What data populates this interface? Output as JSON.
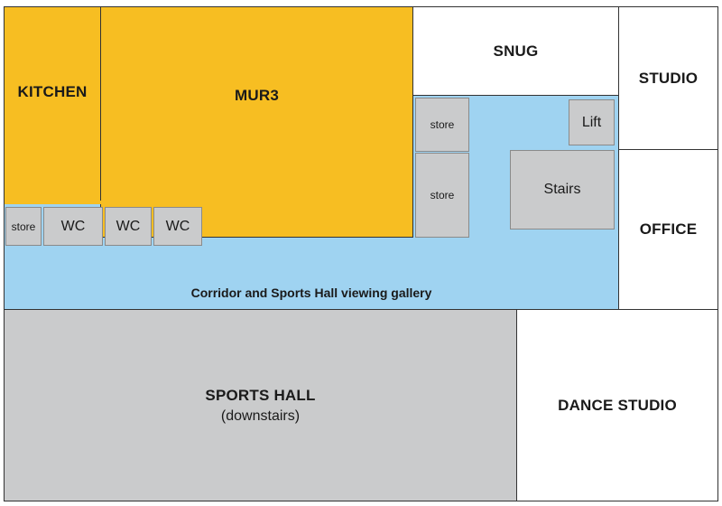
{
  "rooms": {
    "kitchen": "KITCHEN",
    "mur3": "MUR3",
    "snug": "SNUG",
    "studio": "STUDIO",
    "office": "OFFICE",
    "store_top": "store",
    "store_mid": "store",
    "store_left": "store",
    "lift": "Lift",
    "stairs": "Stairs",
    "wc_1": "WC",
    "wc_2": "WC",
    "wc_3": "WC",
    "corridor": "Corridor and Sports Hall viewing gallery",
    "sports_hall": "SPORTS HALL",
    "sports_hall_note": "(downstairs)",
    "dance_studio": "DANCE STUDIO"
  },
  "colors": {
    "yellow": "#f7be22",
    "blue": "#9fd3f1",
    "grey": "#cacbcc",
    "white": "#ffffff",
    "outline": "#333333"
  }
}
